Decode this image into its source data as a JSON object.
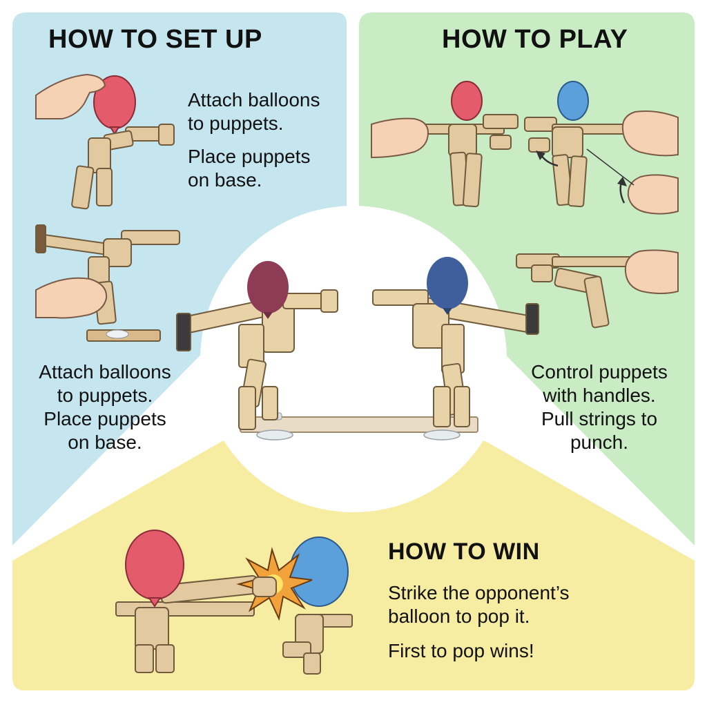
{
  "colors": {
    "setup_panel": "#c5e6ee",
    "play_panel": "#c9ecc5",
    "win_panel": "#f6eca2",
    "wood": "#e3c9a0",
    "wood_dark": "#b89366",
    "skin": "#f6d2b5",
    "skin_line": "#7a5a45",
    "red_balloon": "#e45b6b",
    "blue_balloon": "#5b9fdb",
    "dark_red_balloon": "#8e3c55",
    "dark_blue_balloon": "#3e5f9c",
    "burst": "#f2a23a",
    "burst_core": "#ffe36a"
  },
  "setup": {
    "title": "HOW TO SET UP",
    "step1_line1": "Attach balloons",
    "step1_line2": "to puppets.",
    "step1_line3": "Place puppets",
    "step1_line4": "on base.",
    "step2_line1": "Attach balloons",
    "step2_line2": "to puppets.",
    "step2_line3": "Place puppets",
    "step2_line4": "on base."
  },
  "play": {
    "title": "HOW TO PLAY",
    "line1": "Control puppets",
    "line2": "with handles.",
    "line3": "Pull strings to",
    "line4": "punch."
  },
  "win": {
    "title": "HOW TO WIN",
    "line1": "Strike the opponent’s",
    "line2": "balloon to pop it.",
    "line3": "First to pop wins!"
  },
  "icons": [
    "hand-icon",
    "balloon-icon",
    "wooden-puppet-icon",
    "punch-burst-icon",
    "arrow-icon"
  ]
}
